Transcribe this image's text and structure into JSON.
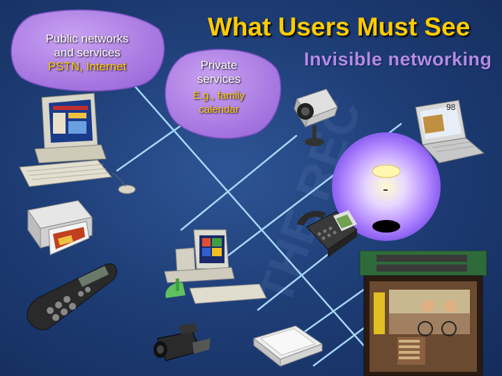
{
  "slide": {
    "title": "What Users Must See",
    "subtitle": "Invisible networking",
    "public_bubble": {
      "line1": "Public networks",
      "line2": "and services",
      "line3": "PSTN, Internet"
    },
    "private_bubble": {
      "line1": "Private",
      "line2": "services",
      "line3": "E.g., family",
      "line4": "calendar"
    },
    "laptop_screen_number": "98",
    "colors": {
      "title": "#ffcc00",
      "subtitle": "#b48ae8",
      "bubble": "#b889ea",
      "network_lines": "#a8d8f8",
      "accent_text": "#ffcc00"
    },
    "icons": [
      "desktop-computer-icon",
      "printer-icon",
      "remote-control-icon",
      "web-camera-icon",
      "laptop-icon",
      "phone-icon",
      "personal-computer-icon",
      "camcorder-icon",
      "scanner-icon",
      "television-icon",
      "network-hub-sphere-icon"
    ]
  }
}
